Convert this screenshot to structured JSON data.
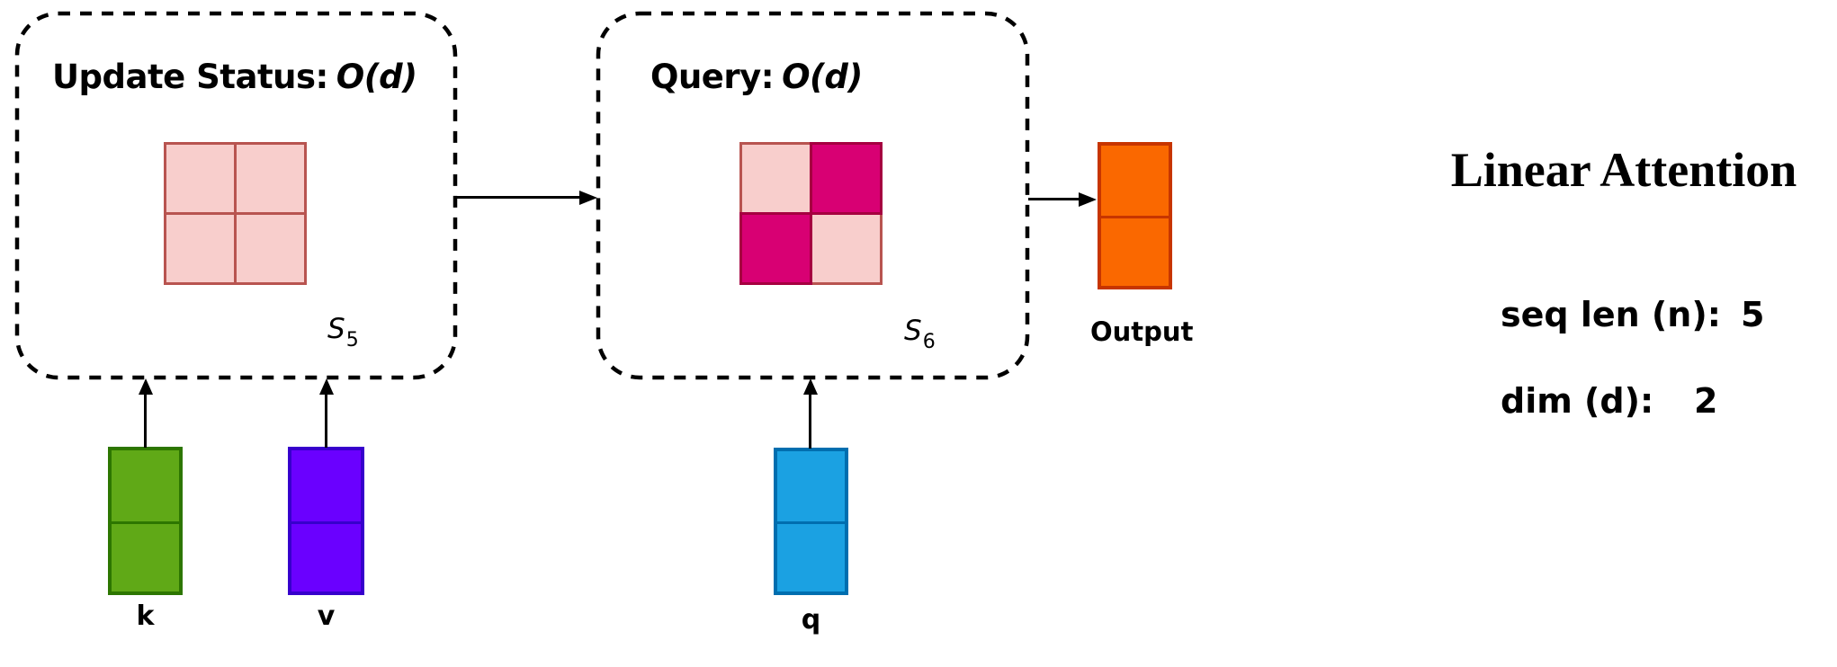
{
  "update_box": {
    "title": "Update Status:",
    "complexity": "O(d)",
    "state_label": {
      "base": "S",
      "sub": "5"
    },
    "matrix_cells": [
      [
        "light",
        "light"
      ],
      [
        "light",
        "light"
      ]
    ]
  },
  "query_box": {
    "title": "Query:",
    "complexity": "O(d)",
    "state_label": {
      "base": "S",
      "sub": "6"
    },
    "matrix_cells": [
      [
        "light",
        "active"
      ],
      [
        "active",
        "light"
      ]
    ]
  },
  "output": {
    "label": "Output",
    "dim": 2
  },
  "inputs": {
    "k": {
      "label": "k",
      "dim": 2
    },
    "v": {
      "label": "v",
      "dim": 2
    },
    "q": {
      "label": "q",
      "dim": 2
    }
  },
  "panel": {
    "title": "Linear Attention",
    "stats": [
      {
        "label": "seq len (n):",
        "value": "5"
      },
      {
        "label": "dim (d):",
        "value": "2"
      }
    ]
  },
  "colors": {
    "state_cell_light": "#f8cecc",
    "state_cell_light_stroke": "#b85450",
    "state_cell_active": "#d80073",
    "state_cell_active_stroke": "#a50040",
    "output_fill": "#fa6800",
    "output_stroke": "#c73500",
    "k_fill": "#60a917",
    "k_stroke": "#2d7600",
    "v_fill": "#6a00ff",
    "v_stroke": "#3700cc",
    "q_fill": "#1ba1e2",
    "q_stroke": "#006eaf",
    "arrow": "#000000"
  }
}
